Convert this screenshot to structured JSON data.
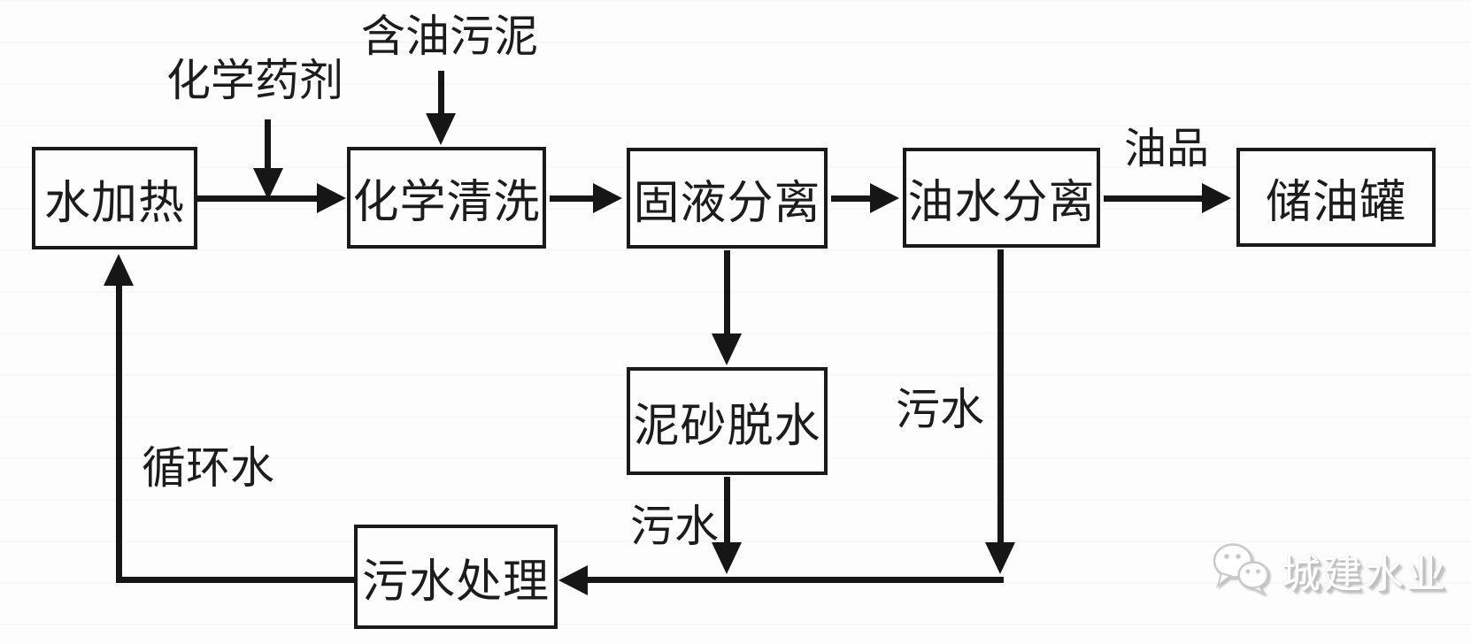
{
  "diagram": {
    "type": "process-flowchart",
    "language": "zh-CN",
    "topic": "含油污泥化学清洗处理工艺流程",
    "colors": {
      "background": "#fdfdfd",
      "line": "#161616",
      "box_border": "#1a1a1a",
      "text": "#1c1c1c",
      "watermark": "#c9c9c9"
    },
    "nodes": [
      {
        "id": "water-heating",
        "label": "水加热"
      },
      {
        "id": "chemical-cleaning",
        "label": "化学清洗"
      },
      {
        "id": "solid-liquid-separation",
        "label": "固液分离"
      },
      {
        "id": "oil-water-separation",
        "label": "油水分离"
      },
      {
        "id": "oil-storage-tank",
        "label": "储油罐"
      },
      {
        "id": "sediment-dewatering",
        "label": "泥砂脱水"
      },
      {
        "id": "wastewater-treatment",
        "label": "污水处理"
      }
    ],
    "labels": {
      "chemical_agent": "化学药剂",
      "oily_sludge": "含油污泥",
      "oil_product": "油品",
      "wastewater_from_dewatering": "污水",
      "wastewater_from_separation": "污水",
      "circulating_water": "循环水"
    },
    "edges": [
      {
        "from": "water-heating",
        "to": "chemical-cleaning",
        "label": ""
      },
      {
        "from": "chemical-agent-input",
        "to": "water-heating-to-chemical-cleaning-line",
        "label": "化学药剂"
      },
      {
        "from": "oily-sludge-input",
        "to": "chemical-cleaning",
        "label": "含油污泥"
      },
      {
        "from": "chemical-cleaning",
        "to": "solid-liquid-separation",
        "label": ""
      },
      {
        "from": "solid-liquid-separation",
        "to": "oil-water-separation",
        "label": ""
      },
      {
        "from": "oil-water-separation",
        "to": "oil-storage-tank",
        "label": "油品"
      },
      {
        "from": "solid-liquid-separation",
        "to": "sediment-dewatering",
        "label": ""
      },
      {
        "from": "sediment-dewatering",
        "to": "wastewater-treatment",
        "label": "污水"
      },
      {
        "from": "oil-water-separation",
        "to": "wastewater-treatment",
        "label": "污水"
      },
      {
        "from": "wastewater-treatment",
        "to": "water-heating",
        "label": "循环水"
      }
    ]
  },
  "watermark": {
    "icon": "wechat-bubbles-icon",
    "text": "城建水业"
  }
}
